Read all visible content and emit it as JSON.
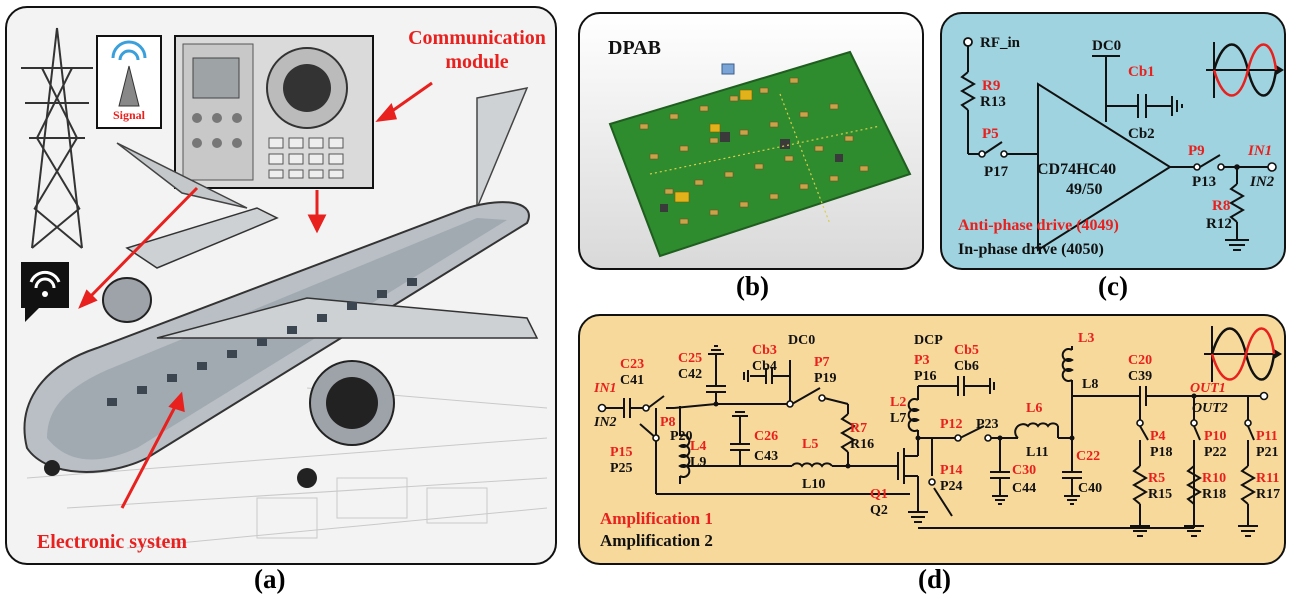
{
  "captions": {
    "a": "(a)",
    "b": "(b)",
    "c": "(c)",
    "d": "(d)"
  },
  "panel_a": {
    "signal_label": "Signal",
    "communication_label_1": "Communication",
    "communication_label_2": "module",
    "electronic_label": "Electronic system"
  },
  "panel_b": {
    "title": "DPAB"
  },
  "panel_c": {
    "rf_in": "RF_in",
    "dc0": "DC0",
    "cb1": "Cb1",
    "cb2": "Cb2",
    "r9": "R9",
    "r13": "R13",
    "p5": "P5",
    "p17": "P17",
    "ic_name": "CD74HC40",
    "ic_variant": "49/50",
    "p9": "P9",
    "p13": "P13",
    "in1": "IN1",
    "in2": "IN2",
    "r8": "R8",
    "r12": "R12",
    "anti_phase": "Anti-phase drive (4049)",
    "in_phase": "In-phase drive (4050)"
  },
  "panel_d": {
    "in1": "IN1",
    "in2": "IN2",
    "c23": "C23",
    "c41": "C41",
    "c25": "C25",
    "c42": "C42",
    "cb3": "Cb3",
    "cb4": "Cb4",
    "dc0": "DC0",
    "p7": "P7",
    "p19": "P19",
    "p8": "P8",
    "p20": "P20",
    "p15": "P15",
    "p25": "P25",
    "l4": "L4",
    "l9": "L9",
    "c26": "C26",
    "c43": "C43",
    "l5": "L5",
    "l10": "L10",
    "r7": "R7",
    "r16": "R16",
    "dcp": "DCP",
    "p3": "P3",
    "p16": "P16",
    "cb5": "Cb5",
    "cb6": "Cb6",
    "l2": "L2",
    "l7": "L7",
    "q1": "Q1",
    "q2": "Q2",
    "p12": "P12",
    "p23": "P23",
    "p14": "P14",
    "p24": "P24",
    "l6": "L6",
    "l11": "L11",
    "c30": "C30",
    "c44": "C44",
    "c22": "C22",
    "c40": "C40",
    "l3": "L3",
    "l8": "L8",
    "c20": "C20",
    "c39": "C39",
    "out1": "OUT1",
    "out2": "OUT2",
    "p4": "P4",
    "p18": "P18",
    "p10": "P10",
    "p22": "P22",
    "p11": "P11",
    "p21": "P21",
    "r5": "R5",
    "r15": "R15",
    "r10": "R10",
    "r18": "R18",
    "r11": "R11",
    "r17": "R17",
    "amp1": "Amplification 1",
    "amp2": "Amplification 2"
  },
  "colors": {
    "red": "#e8201e",
    "panel_c_bg": "#9fd3df",
    "panel_d_bg": "#f8d99c",
    "pcb_green": "#2e8b2e"
  }
}
